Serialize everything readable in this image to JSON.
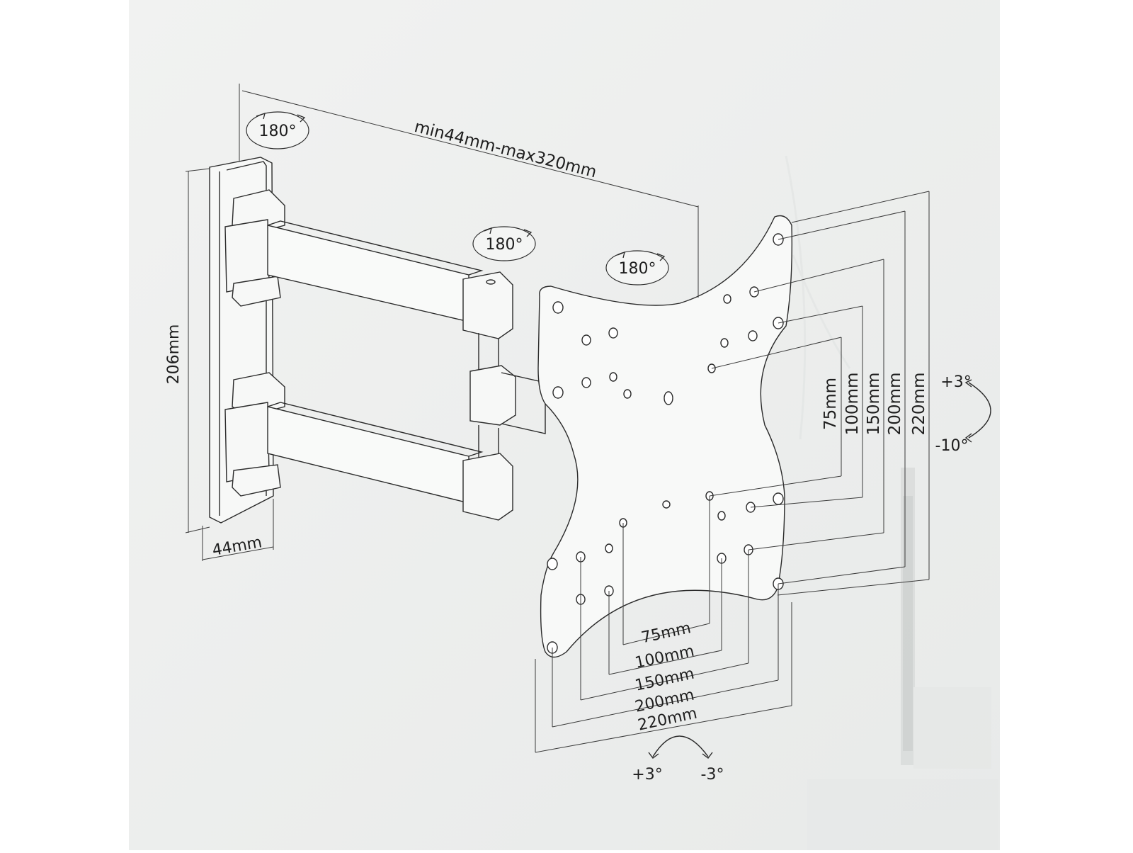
{
  "colors": {
    "line": "#2a2a2a",
    "paper": "#eef0ef",
    "frame": "#ffffff"
  },
  "icons": [
    "rotate-arrow-icon",
    "tilt-arrow-icon",
    "swivel-arrow-icon"
  ],
  "labels": {
    "arm_extension": "min44mm-max320mm",
    "rotation_wall": "180°",
    "rotation_arm": "180°",
    "rotation_plate": "180°",
    "height": "206mm",
    "depth": "44mm",
    "tilt_up": "+3°",
    "tilt_down": "-10°",
    "swivel_left": "+3°",
    "swivel_right": "-3°"
  },
  "vesa_vertical": [
    "75mm",
    "100mm",
    "150mm",
    "200mm",
    "220mm"
  ],
  "vesa_horizontal": [
    "75mm",
    "100mm",
    "150mm",
    "200mm",
    "220mm"
  ]
}
